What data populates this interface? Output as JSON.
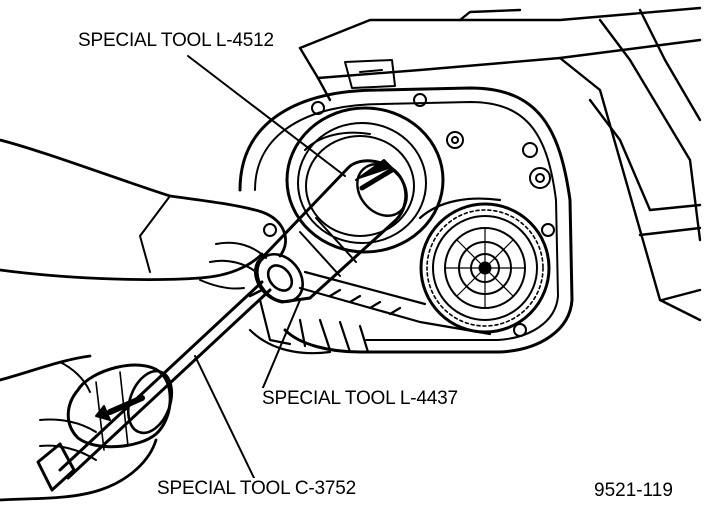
{
  "callouts": {
    "tool_l4512": "SPECIAL TOOL L-4512",
    "tool_l4437": "SPECIAL TOOL L-4437",
    "tool_c3752": "SPECIAL TOOL C-3752"
  },
  "figure_number": "9521-119",
  "colors": {
    "ink": "#000000",
    "paper": "#ffffff"
  }
}
